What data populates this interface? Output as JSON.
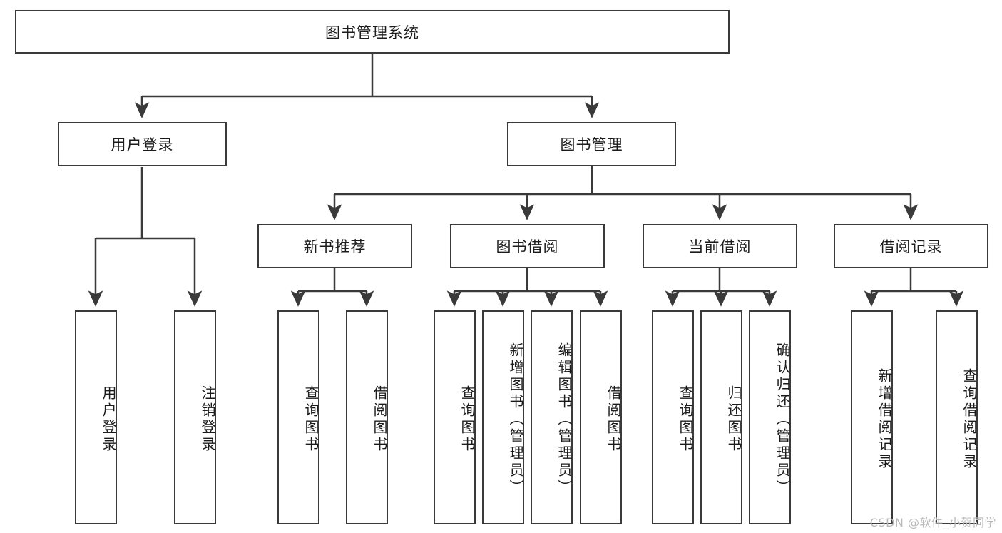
{
  "diagram": {
    "type": "hierarchy-tree",
    "title": "图书管理系统",
    "colors": {
      "stroke": "#3a3a3a",
      "fill": "#ffffff",
      "text": "#1b1b1b",
      "watermark": "#b9b9b9"
    },
    "root": {
      "label": "图书管理系统",
      "orientation": "horizontal"
    },
    "level2": [
      {
        "label": "用户登录",
        "orientation": "horizontal"
      },
      {
        "label": "图书管理",
        "orientation": "horizontal"
      }
    ],
    "level3": [
      {
        "label": "新书推荐",
        "orientation": "horizontal"
      },
      {
        "label": "图书借阅",
        "orientation": "horizontal"
      },
      {
        "label": "当前借阅",
        "orientation": "horizontal"
      },
      {
        "label": "借阅记录",
        "orientation": "horizontal"
      }
    ],
    "leaves": {
      "user_login": [
        {
          "label": "用户登录",
          "orientation": "vertical"
        },
        {
          "label": "注销登录",
          "orientation": "vertical"
        }
      ],
      "new_book_recommend": [
        {
          "label": "查询图书",
          "orientation": "vertical"
        },
        {
          "label": "借阅图书",
          "orientation": "vertical"
        }
      ],
      "book_borrow": [
        {
          "label": "查询图书",
          "orientation": "vertical"
        },
        {
          "label": "新增图书（管理员）",
          "orientation": "vertical"
        },
        {
          "label": "编辑图书（管理员）",
          "orientation": "vertical"
        },
        {
          "label": "借阅图书",
          "orientation": "vertical"
        }
      ],
      "current_borrow": [
        {
          "label": "查询图书",
          "orientation": "vertical"
        },
        {
          "label": "归还图书",
          "orientation": "vertical"
        },
        {
          "label": "确认归还（管理员）",
          "orientation": "vertical"
        }
      ],
      "borrow_record": [
        {
          "label": "新增借阅记录",
          "orientation": "vertical"
        },
        {
          "label": "查询借阅记录",
          "orientation": "vertical"
        }
      ]
    }
  },
  "watermark": {
    "text": "CSDN @软件_小贺同学"
  }
}
